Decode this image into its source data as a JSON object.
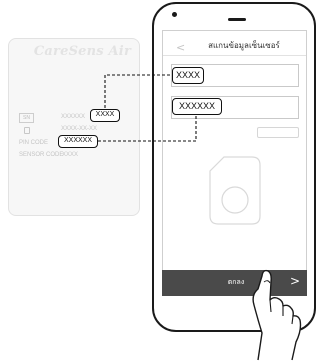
{
  "card": {
    "brand": "CareSens Air",
    "sn_label": "SN",
    "sn_value_prefix": "XXXXXX",
    "line2_value": "XXXX-XX-XX",
    "pin_code_label": "PIN CODE",
    "sensor_code_label": "SENSOR CODE",
    "sensor_code_value": "XXXX"
  },
  "highlights": {
    "sn_code": "XXXX",
    "pin_code": "XXXXXX"
  },
  "phone": {
    "back_arrow": "<",
    "screen_title": "สแกนข้อมูลเซ็นเซอร์",
    "field_sn_value": "XXXX",
    "field_pin_value": "XXXXXX",
    "ok_label": "ตกลง",
    "next_arrow": ">"
  },
  "colors": {
    "ok_bar": "#4a4a4a",
    "outline": "#111111",
    "card_bg": "#f7f7f7"
  }
}
